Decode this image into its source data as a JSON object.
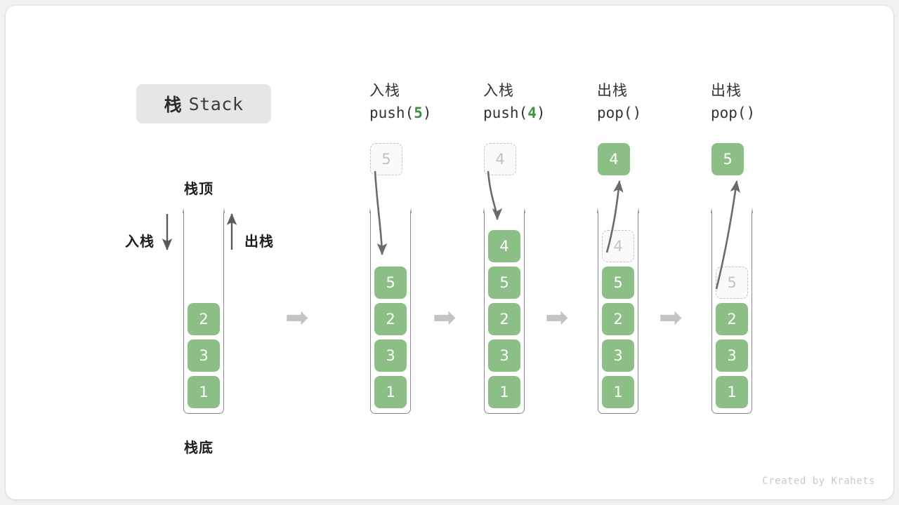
{
  "title": {
    "cn": "栈",
    "en": "Stack"
  },
  "legend": {
    "top_label": "栈顶",
    "bottom_label": "栈底",
    "push_label": "入栈",
    "pop_label": "出栈"
  },
  "credit": "Created by Krahets",
  "colors": {
    "cell_fill": "#8cbf86",
    "cell_text": "#ffffff",
    "ghost_border": "#c2c2c2",
    "ghost_text": "#c2c2c2",
    "accent_green": "#3f9142",
    "arrow_gray": "#6b6b6b",
    "separator_gray": "#c4c4c4",
    "badge_bg": "#e6e6e6",
    "card_bg": "#ffffff",
    "page_bg": "#f2f2f2"
  },
  "separator_icon": "➡",
  "columns": [
    {
      "id": "initial",
      "head_line1": "",
      "head_line2": "",
      "head_arg": "",
      "stack": [
        "2",
        "3",
        "1"
      ],
      "ghost_in_stack": null,
      "floating": null,
      "flow_arrow": null
    },
    {
      "id": "push-5",
      "head_line1": "入栈",
      "head_line2": "push(",
      "head_arg": "5",
      "head_line2_tail": ")",
      "stack": [
        "5",
        "2",
        "3",
        "1"
      ],
      "ghost_in_stack": null,
      "floating": {
        "value": "5",
        "style": "ghost"
      },
      "flow_arrow": "down"
    },
    {
      "id": "push-4",
      "head_line1": "入栈",
      "head_line2": "push(",
      "head_arg": "4",
      "head_line2_tail": ")",
      "stack": [
        "4",
        "5",
        "2",
        "3",
        "1"
      ],
      "ghost_in_stack": null,
      "floating": {
        "value": "4",
        "style": "ghost"
      },
      "flow_arrow": "down"
    },
    {
      "id": "pop-4",
      "head_line1": "出栈",
      "head_line2": "pop()",
      "head_arg": "",
      "head_line2_tail": "",
      "stack": [
        "5",
        "2",
        "3",
        "1"
      ],
      "ghost_in_stack": {
        "value": "4",
        "slot": 0
      },
      "floating": {
        "value": "4",
        "style": "filled"
      },
      "flow_arrow": "up"
    },
    {
      "id": "pop-5",
      "head_line1": "出栈",
      "head_line2": "pop()",
      "head_arg": "",
      "head_line2_tail": "",
      "stack": [
        "2",
        "3",
        "1"
      ],
      "ghost_in_stack": {
        "value": "5",
        "slot": 0
      },
      "floating": {
        "value": "5",
        "style": "filled"
      },
      "flow_arrow": "up"
    }
  ]
}
